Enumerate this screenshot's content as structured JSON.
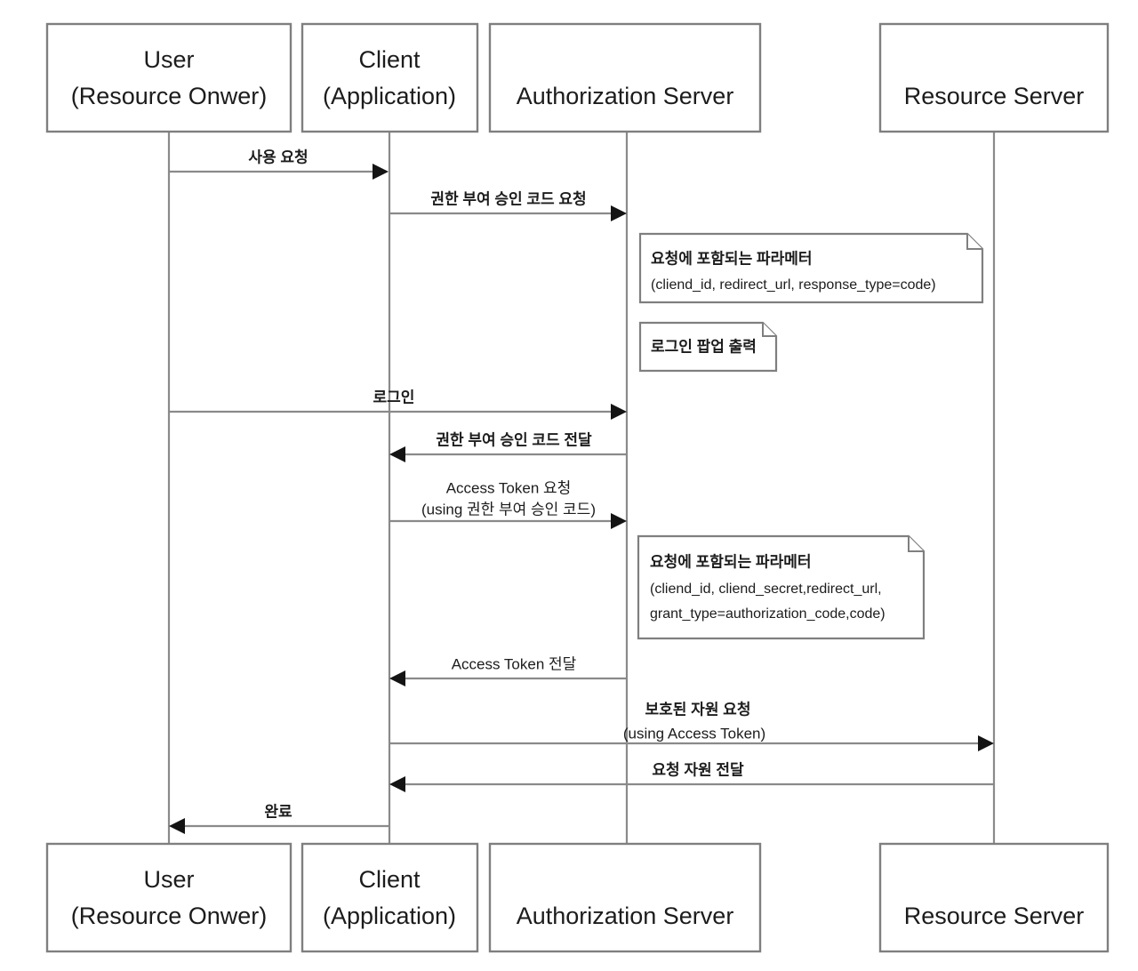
{
  "diagram": {
    "title": "OAuth 2.0 Authorization Code Grant Sequence Diagram",
    "type": "sequence-diagram",
    "colors": {
      "background": "#ffffff",
      "box_stroke": "#7f7f7f",
      "line": "#8a8a8a",
      "arrow_head": "#141414",
      "text": "#1c1c1c"
    }
  },
  "actors": [
    {
      "id": "user",
      "line1": "User",
      "line2": "(Resource Onwer)"
    },
    {
      "id": "client",
      "line1": "Client",
      "line2": "(Application)"
    },
    {
      "id": "auth_server",
      "line1": "Authorization Server",
      "line2": ""
    },
    {
      "id": "resource_server",
      "line1": "Resource Server",
      "line2": ""
    }
  ],
  "messages": [
    {
      "id": "m1",
      "label_line1": "사용 요청",
      "label_line2": "",
      "from": "user",
      "to": "client",
      "direction": "right"
    },
    {
      "id": "m2",
      "label_line1": "권한 부여 승인 코드 요청",
      "label_line2": "",
      "from": "client",
      "to": "auth_server",
      "direction": "right"
    },
    {
      "id": "m3",
      "label_line1": "로그인",
      "label_line2": "",
      "from": "user",
      "to": "auth_server",
      "direction": "right"
    },
    {
      "id": "m4",
      "label_line1": "권한 부여 승인 코드 전달",
      "label_line2": "",
      "from": "auth_server",
      "to": "client",
      "direction": "left"
    },
    {
      "id": "m5",
      "label_line1": "Access Token 요청",
      "label_line2": "(using 권한 부여 승인 코드)",
      "from": "client",
      "to": "auth_server",
      "direction": "right"
    },
    {
      "id": "m6",
      "label_line1": "Access Token 전달",
      "label_line2": "",
      "from": "auth_server",
      "to": "client",
      "direction": "left"
    },
    {
      "id": "m7",
      "label_line1": "보호된 자원 요청",
      "label_line2": "(using Access Token)",
      "from": "client",
      "to": "resource_server",
      "direction": "right"
    },
    {
      "id": "m8",
      "label_line1": "요청 자원 전달",
      "label_line2": "",
      "from": "resource_server",
      "to": "client",
      "direction": "left"
    },
    {
      "id": "m9",
      "label_line1": "완료",
      "label_line2": "",
      "from": "client",
      "to": "user",
      "direction": "left"
    }
  ],
  "notes": [
    {
      "id": "note1",
      "lines": [
        "요청에 포함되는 파라메터",
        "(cliend_id, redirect_url, response_type=code)"
      ]
    },
    {
      "id": "note2",
      "lines": [
        "로그인 팝업 출력"
      ]
    },
    {
      "id": "note3",
      "lines": [
        "요청에 포함되는 파라메터",
        "(cliend_id, cliend_secret,redirect_url,",
        "grant_type=authorization_code,code)"
      ]
    }
  ]
}
